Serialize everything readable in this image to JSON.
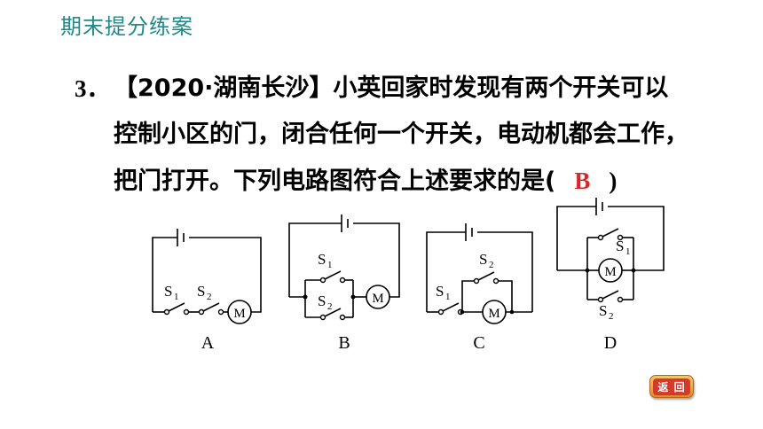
{
  "header": {
    "title": "期末提分练案"
  },
  "question": {
    "number": "3．",
    "line1": "【2020·湖南长沙】小英回家时发现有两个开关可以",
    "line2": "控制小区的门，闭合任何一个开关，电动机都会工作，",
    "line3": "把门打开。下列电路图符合上述要求的是(",
    "answer": "B",
    "close_paren": ")"
  },
  "circuits": {
    "A": {
      "caption": "A",
      "s1": "S",
      "s1_sub": "1",
      "s2": "S",
      "s2_sub": "2",
      "motor": "M"
    },
    "B": {
      "caption": "B",
      "s1": "S",
      "s1_sub": "1",
      "s2": "S",
      "s2_sub": "2",
      "motor": "M"
    },
    "C": {
      "caption": "C",
      "s1": "S",
      "s1_sub": "1",
      "s2": "S",
      "s2_sub": "2",
      "motor": "M"
    },
    "D": {
      "caption": "D",
      "s1": "S",
      "s1_sub": "1",
      "s2": "S",
      "s2_sub": "2",
      "motor": "M"
    }
  },
  "nav": {
    "return_label": "返 回"
  },
  "colors": {
    "header": "#1f8a8a",
    "answer": "#d6272b",
    "button": "#e28a2a"
  }
}
